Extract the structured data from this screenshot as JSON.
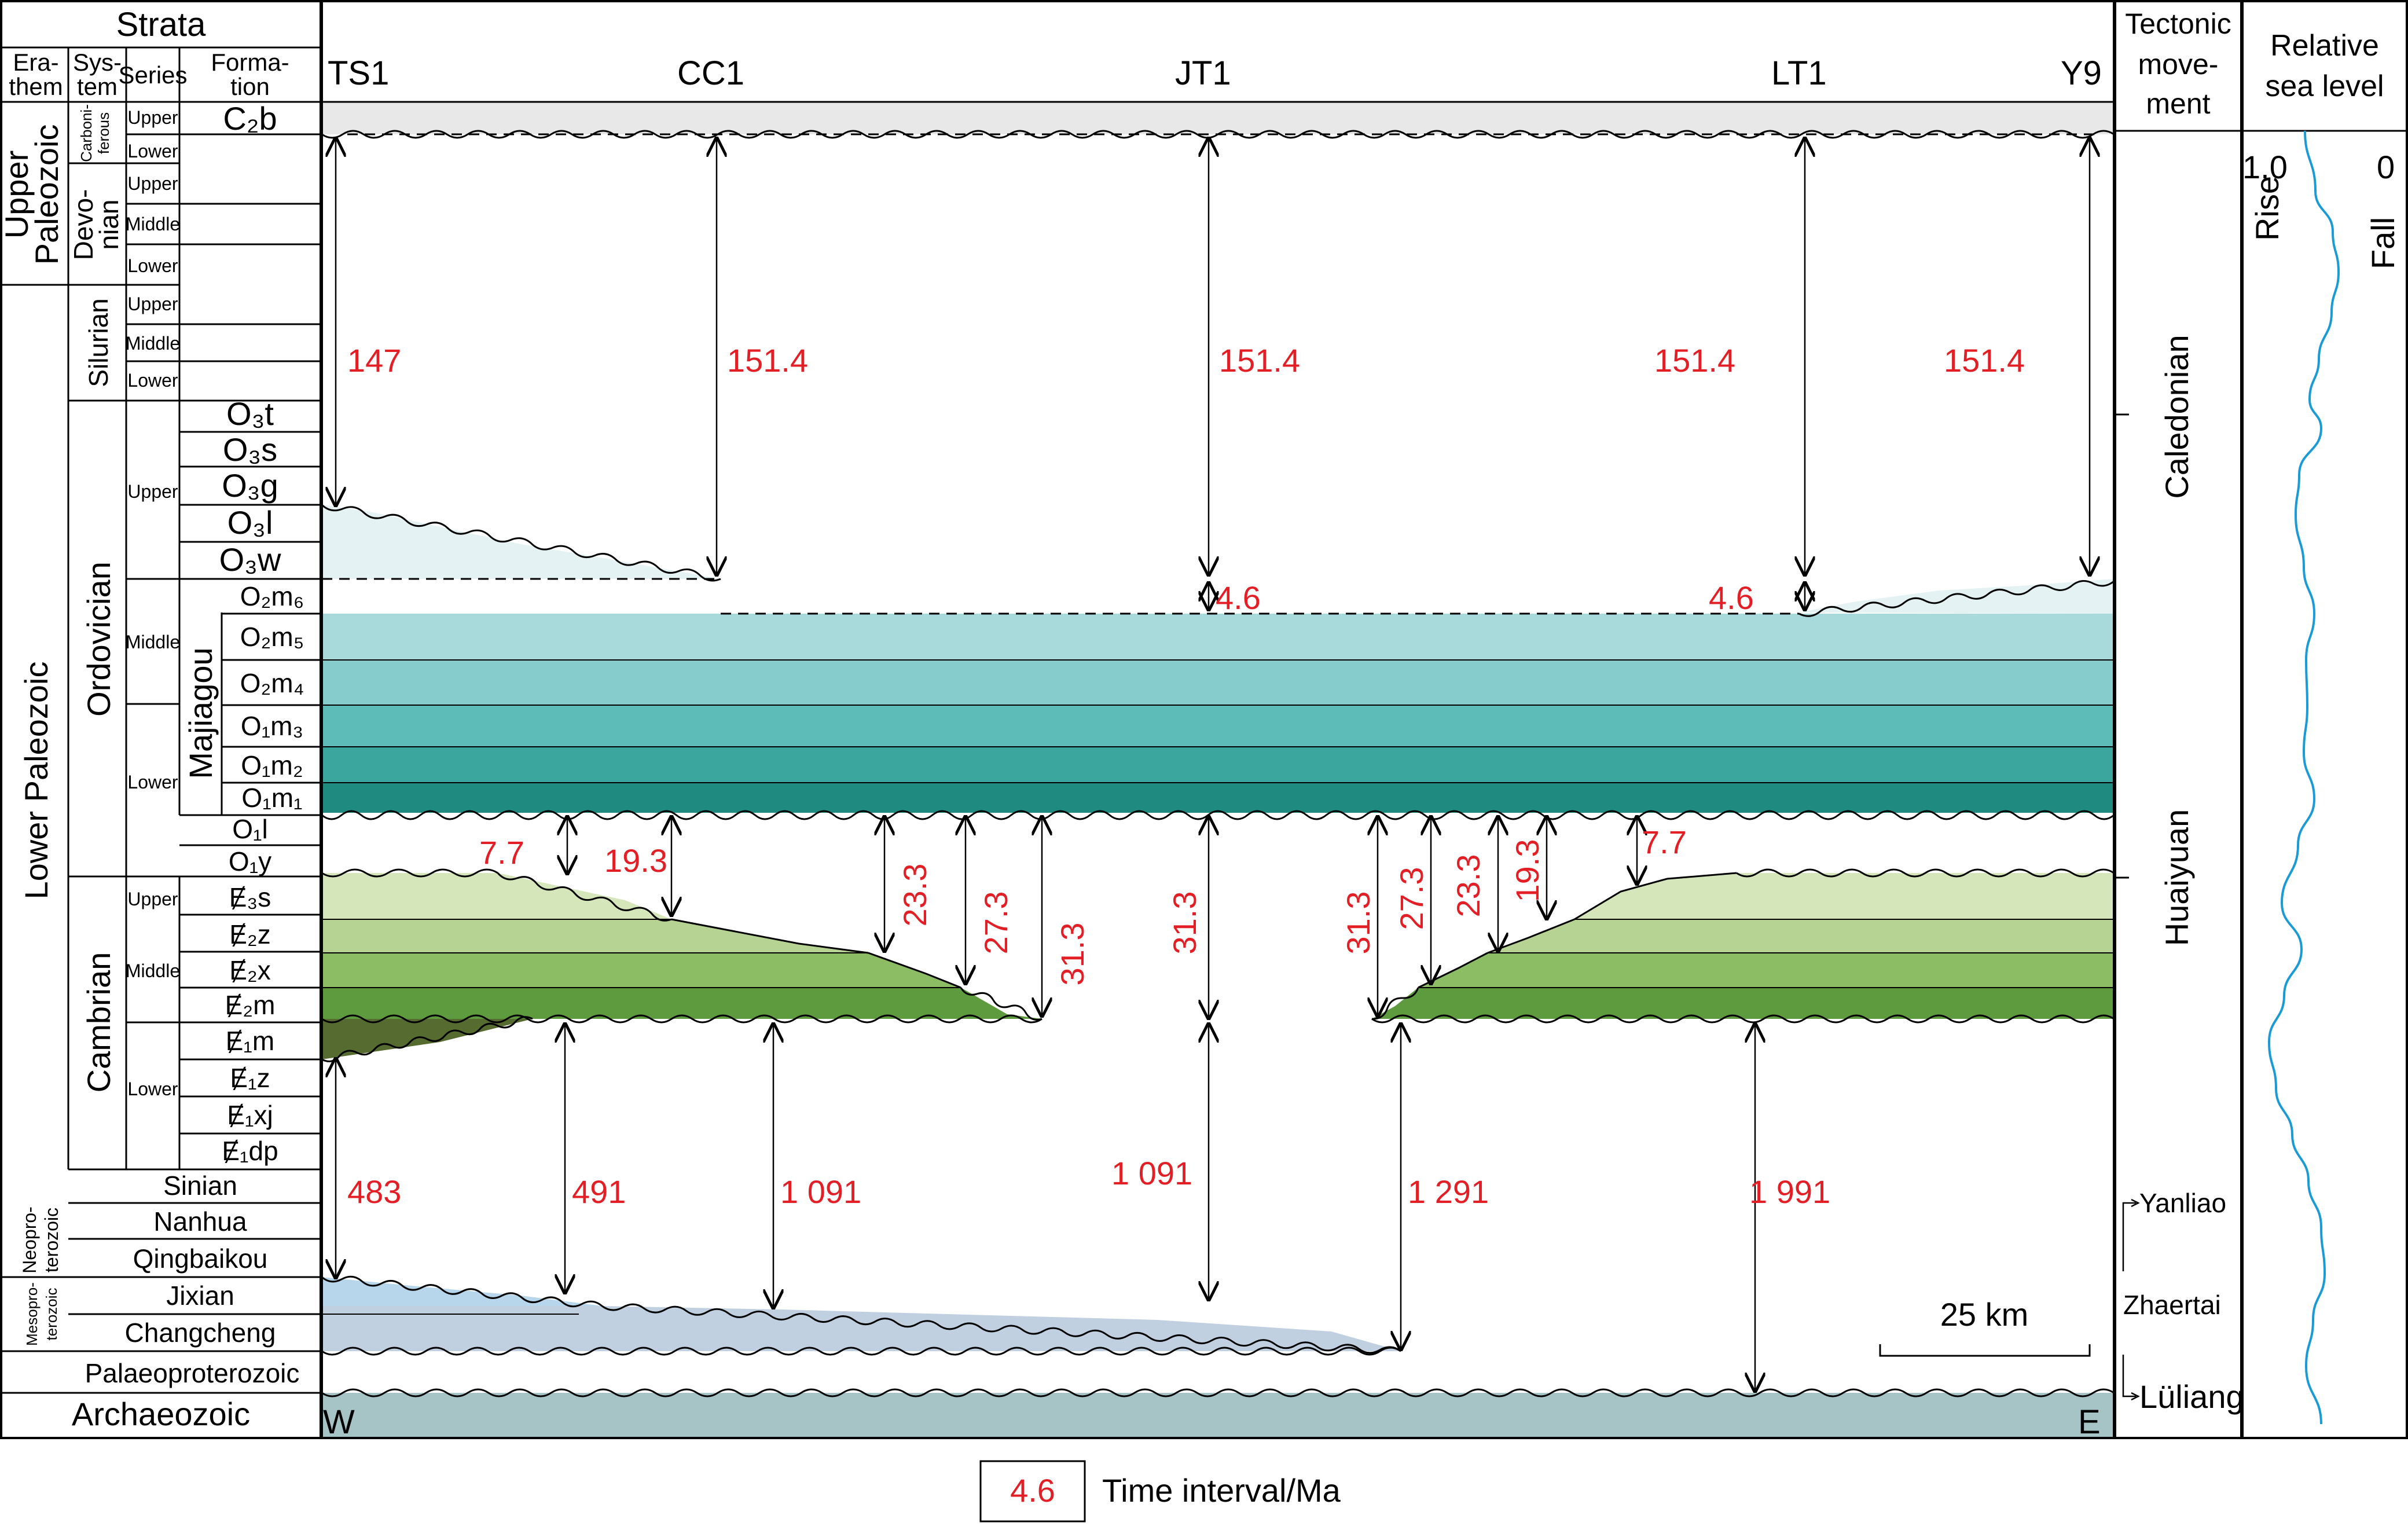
{
  "header": {
    "strata": "Strata",
    "erathem": [
      "Era-",
      "them"
    ],
    "system": [
      "Sys-",
      "tem"
    ],
    "series": "Series",
    "formation": [
      "Forma-",
      "tion"
    ],
    "tectonic": [
      "Tectonic",
      "move-",
      "ment"
    ],
    "sea_level": [
      "Relative",
      "sea level"
    ]
  },
  "erathems": {
    "upper_paleozoic": [
      "Upper",
      "Paleozoic"
    ],
    "lower_paleozoic": "Lower Paleozoic",
    "neoproterozoic": [
      "Neopro-",
      "terozoic"
    ],
    "mesoproterozoic": [
      "Mesopro-",
      "terozoic"
    ],
    "archaeozoic": "Archaeozoic",
    "palaeoproterozoic": "Palaeoproterozoic"
  },
  "systems": {
    "carboniferous": [
      "Carboni-",
      "ferous"
    ],
    "devonian": [
      "Devo-",
      "nian"
    ],
    "silurian": "Silurian",
    "ordovician": "Ordovician",
    "cambrian": "Cambrian",
    "sinian": "Sinian",
    "nanhua": "Nanhua",
    "qingbaikou": "Qingbaikou",
    "jixian": "Jixian",
    "changcheng": "Changcheng"
  },
  "series": {
    "upper": "Upper",
    "middle": "Middle",
    "lower": "Lower"
  },
  "formations": {
    "c2b": "C₂b",
    "o3t": "O₃t",
    "o3s": "O₃s",
    "o3g": "O₃g",
    "o3l": "O₃l",
    "o3w": "O₃w",
    "majiagou": "Majiagou",
    "o2m6": "O₂m₆",
    "o2m5": "O₂m₅",
    "o2m4": "O₂m₄",
    "o1m3": "O₁m₃",
    "o1m2": "O₁m₂",
    "o1m1": "O₁m₁",
    "o1l": "O₁l",
    "o1y": "O₁y",
    "e3s": "Ɇ₃s",
    "e2z": "Ɇ₂z",
    "e2x": "Ɇ₂x",
    "e2m": "Ɇ₂m",
    "e1m": "Ɇ₁m",
    "e1z": "Ɇ₁z",
    "e1xj": "Ɇ₁xj",
    "e1dp": "Ɇ₁dp"
  },
  "wells": [
    "TS1",
    "CC1",
    "JT1",
    "LT1",
    "Y9"
  ],
  "intervals": {
    "top": [
      "147",
      "151.4",
      "151.4",
      "151.4",
      "151.4"
    ],
    "m6": [
      "4.6",
      "4.6"
    ],
    "cambrian": [
      "7.7",
      "19.3",
      "23.3",
      "27.3",
      "31.3",
      "31.3",
      "31.3",
      "27.3",
      "23.3",
      "19.3",
      "7.7"
    ],
    "base": [
      "483",
      "491",
      "1 091",
      "1 091",
      "1 291",
      "1 991"
    ]
  },
  "direction": {
    "west": "W",
    "east": "E"
  },
  "scale_bar": "25 km",
  "tectonic": {
    "caledonian": "Caledonian",
    "huaiyuan": "Huaiyuan",
    "yanliao": "Yanliao",
    "zhaertai": "Zhaertai",
    "luliang": "Lüliang"
  },
  "sea_level": {
    "rise": "Rise",
    "fall": "Fall",
    "tick_max": "1.0",
    "tick_min": "0"
  },
  "legend": {
    "sample": "4.6",
    "label": "Time interval/Ma"
  },
  "colors": {
    "interval_text": "#e31e24",
    "ordovician_top": "#a9dadb",
    "ordovician_base": "#1f8b80",
    "cambrian_top": "#d5e6bb",
    "cambrian_base": "#4f8f33",
    "proterozoic_blue": "#b7d6eb",
    "archaeozoic": "#a6c4c6",
    "sea_level_curve": "#1a9ad6"
  }
}
